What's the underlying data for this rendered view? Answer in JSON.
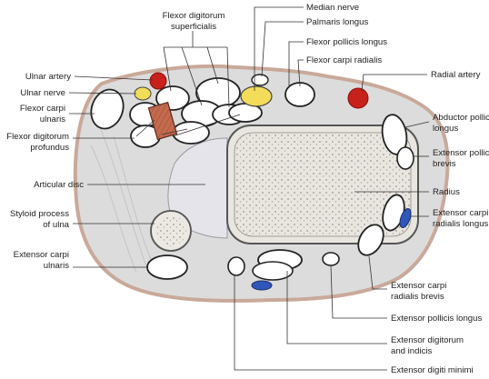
{
  "diagram": {
    "labels": {
      "fds_1": "Flexor digitorum",
      "fds_2": "superficialis",
      "median_nerve": "Median nerve",
      "palmaris_longus": "Palmaris longus",
      "fpl": "Flexor pollicis longus",
      "fcr": "Flexor carpi radialis",
      "radial_artery": "Radial artery",
      "ulnar_artery": "Ulnar artery",
      "ulnar_nerve": "Ulnar nerve",
      "fcu_1": "Flexor carpi",
      "fcu_2": "ulnaris",
      "fdp_1": "Flexor digitorum",
      "fdp_2": "profundus",
      "apl_1": "Abductor pollicis",
      "apl_2": "longus",
      "epb_1": "Extensor pollicis",
      "epb_2": "brevis",
      "articular_disc": "Articular disc",
      "radius": "Radius",
      "styloid_1": "Styloid process",
      "styloid_2": "of ulna",
      "ecrl_1": "Extensor carpi",
      "ecrl_2": "radialis longus",
      "ecu_1": "Extensor carpi",
      "ecu_2": "ulnaris",
      "ecrb_1": "Extensor carpi",
      "ecrb_2": "radialis brevis",
      "epl": "Extensor pollicis longus",
      "edi_1": "Extensor digitorum",
      "edi_2": "and indicis",
      "edm": "Extensor digiti minimi"
    },
    "colors": {
      "skin": "#c9a99a",
      "tissue": "#dcdcdc",
      "tendon": "#ffffff",
      "nerve": "#f2dc5a",
      "artery": "#c8201a",
      "vein": "#2f56b8",
      "bone": "#e9e6e0",
      "muscle": "#c46a4e"
    }
  }
}
